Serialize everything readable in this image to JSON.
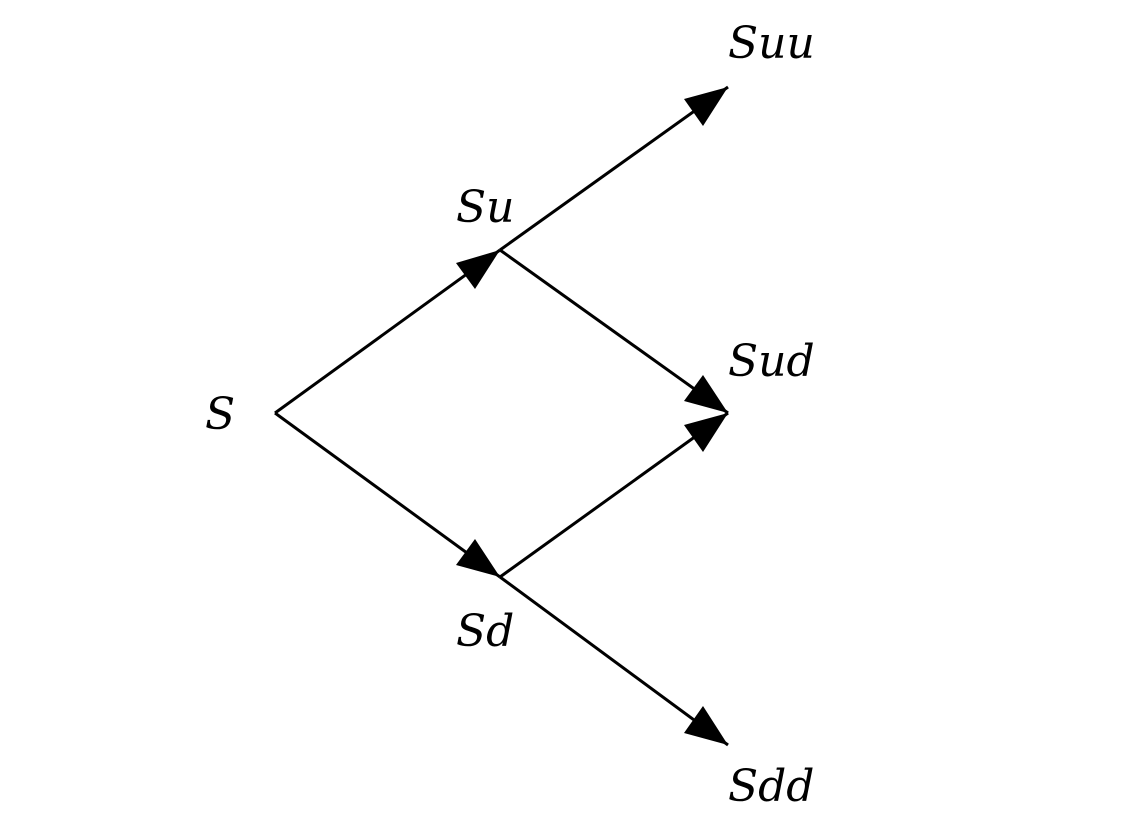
{
  "nodes": [
    {
      "id": "S",
      "label": "S"
    },
    {
      "id": "Su",
      "label": "Su"
    },
    {
      "id": "Sd",
      "label": "Sd"
    },
    {
      "id": "Suu",
      "label": "Suu"
    },
    {
      "id": "Sud",
      "label": "Sud"
    },
    {
      "id": "Sdd",
      "label": "Sdd"
    }
  ],
  "edges": [
    {
      "from": "S",
      "to": "Su"
    },
    {
      "from": "S",
      "to": "Sd"
    },
    {
      "from": "Su",
      "to": "Suu"
    },
    {
      "from": "Su",
      "to": "Sud"
    },
    {
      "from": "Sd",
      "to": "Sud"
    },
    {
      "from": "Sd",
      "to": "Sdd"
    }
  ]
}
